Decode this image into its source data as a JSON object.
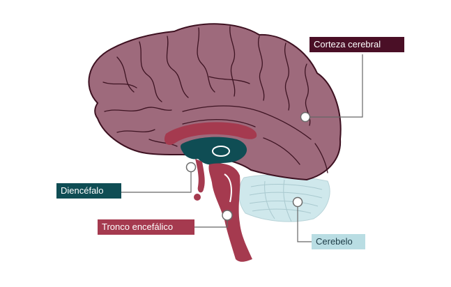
{
  "labels": {
    "cortex": "Corteza cerebral",
    "diencephalon": "Diencéfalo",
    "brainstem": "Tronco encefálico",
    "cerebellum": "Cerebelo"
  },
  "colors": {
    "cortex": "#9e6a7c",
    "cortex_outline": "#3d1020",
    "gyri_lines": "#3d1322",
    "cortex_label_bg": "#4a0f26",
    "brainstem": "#a53a4f",
    "diencephalon": "#0f4d54",
    "cerebellum": "#cfe8ec",
    "cerebellum_label_bg": "#b9dde3",
    "leader_line": "#666666"
  }
}
